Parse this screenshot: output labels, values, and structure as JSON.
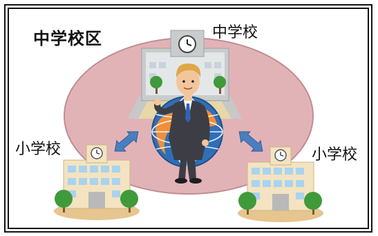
{
  "title": "中学校区",
  "labels": {
    "junior_high": "中学校",
    "elementary_left": "小学校",
    "elementary_right": "小学校"
  },
  "icons": {
    "district_area": "district-ellipse",
    "junior_high_school": "school-building-with-clock",
    "elementary_school": "school-building-with-clock",
    "teacher": "teacher-in-suit",
    "globe": "globe",
    "connection": "double-arrow"
  },
  "colors": {
    "district_fill": "#e2b3b6",
    "district_stroke": "#bf8d91",
    "arrow": "#4a7fbf",
    "building": "#f3e3c0",
    "window": "#a9d3ef",
    "tree": "#3f9a3a",
    "ground": "#e6c58e",
    "suit": "#3d3d46"
  }
}
